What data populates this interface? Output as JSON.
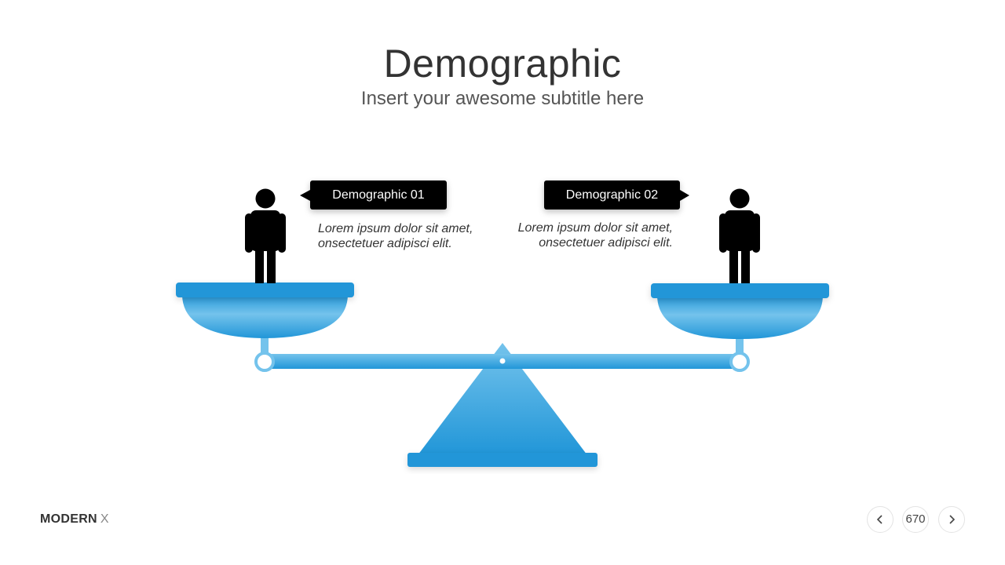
{
  "slide": {
    "title": "Demographic",
    "subtitle": "Insert your awesome subtitle here"
  },
  "left": {
    "tag": "Demographic 01",
    "desc_line1": "Lorem ipsum dolor sit amet,",
    "desc_line2": "onsectetuer adipisci elit."
  },
  "right": {
    "tag": "Demographic 02",
    "desc_line1": "Lorem ipsum dolor sit amet,",
    "desc_line2": "onsectetuer adipisci elit."
  },
  "footer": {
    "brand_strong": "MODERN",
    "brand_light": "X",
    "page_number": "670",
    "prev_icon": "chevron-left-icon",
    "next_icon": "chevron-right-icon"
  },
  "colors": {
    "accent_blue": "#2196d8",
    "light_blue": "#74c3ec",
    "figure": "#000000",
    "title_text": "#333333"
  }
}
